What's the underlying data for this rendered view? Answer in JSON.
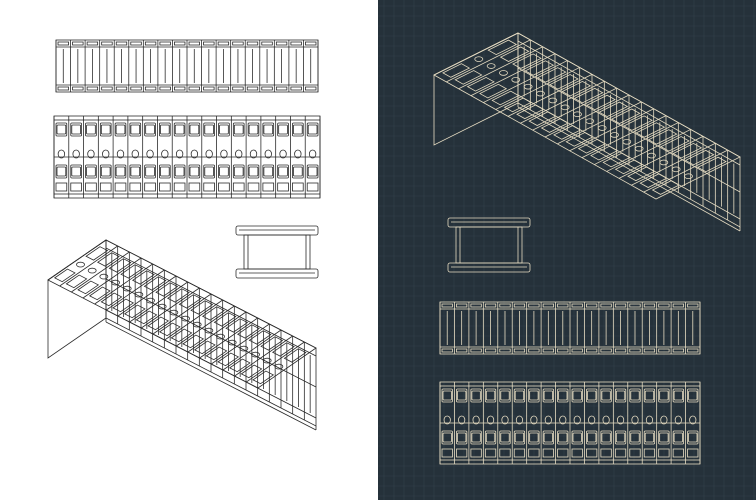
{
  "colors": {
    "light_bg": "#ffffff",
    "light_line": "#2b2b2b",
    "dark_bg": "#25313a",
    "dark_grid": "#33414b",
    "dark_line": "#e6dcc2"
  },
  "module": {
    "cell_count": 18
  },
  "panels": [
    {
      "id": "light",
      "style": "outline-on-white"
    },
    {
      "id": "dark",
      "style": "blueprint-on-dark-grid"
    }
  ]
}
